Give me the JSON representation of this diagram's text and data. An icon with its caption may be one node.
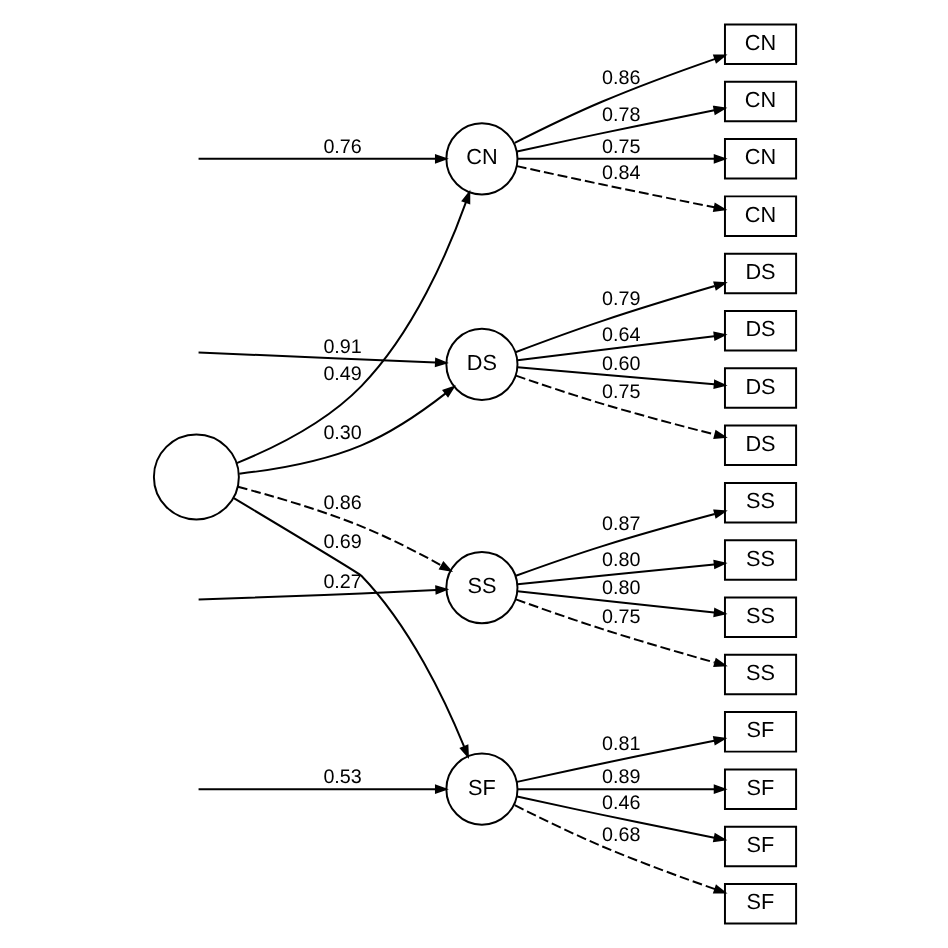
{
  "diagram": {
    "nodes": [
      {
        "text": [],
        "shape": "circle"
      },
      {
        "text": [
          "DS"
        ]
      },
      {
        "text": [
          "CN"
        ]
      },
      {
        "text": [
          "SF"
        ]
      },
      {
        "text": [
          "SS"
        ]
      },
      {
        "text": [
          "DS"
        ]
      },
      {
        "text": [
          "DS"
        ]
      },
      {
        "text": [
          "DS"
        ]
      },
      {
        "text": [
          "DS"
        ]
      },
      {
        "text": [
          "CN"
        ]
      },
      {
        "text": [
          "CN"
        ]
      },
      {
        "text": [
          "CN"
        ]
      },
      {
        "text": [
          "CN"
        ]
      },
      {
        "text": [
          "SF"
        ]
      },
      {
        "text": [
          "SF"
        ]
      },
      {
        "text": [
          "SF"
        ]
      },
      {
        "text": [
          "SF"
        ]
      },
      {
        "text": [
          "SS"
        ]
      },
      {
        "text": [
          "SS"
        ]
      },
      {
        "text": [
          "SS"
        ]
      },
      {
        "text": [
          "SS"
        ]
      }
    ],
    "edges": [
      {
        "from": 0,
        "to": 1,
        "arrow": "to",
        "label": "0.30"
      },
      {
        "from": 0,
        "to": 2,
        "arrow": "to",
        "label": "0.49"
      },
      {
        "from": 0,
        "to": 3,
        "arrow": "to",
        "label": "0.69"
      },
      {
        "from": 0,
        "to": 4,
        "arrow": "to",
        "label": "0.86",
        "style": "dashed"
      },
      {
        "from": null,
        "to": 1,
        "arrow": "to",
        "label": "0.91"
      },
      {
        "from": null,
        "to": 2,
        "arrow": "to",
        "label": "0.76"
      },
      {
        "from": null,
        "to": 3,
        "arrow": "to",
        "label": "0.53"
      },
      {
        "from": null,
        "to": 4,
        "arrow": "to",
        "label": "0.27"
      },
      {
        "from": 1,
        "to": 5,
        "arrow": "to",
        "label": "0.79"
      },
      {
        "from": 1,
        "to": 6,
        "arrow": "to",
        "label": "0.64"
      },
      {
        "from": 1,
        "to": 7,
        "arrow": "to",
        "label": "0.60"
      },
      {
        "from": 1,
        "to": 8,
        "arrow": "to",
        "label": "0.75",
        "style": "dashed"
      },
      {
        "from": 2,
        "to": 9,
        "arrow": "to",
        "label": "0.86"
      },
      {
        "from": 2,
        "to": 10,
        "arrow": "to",
        "label": "0.78"
      },
      {
        "from": 2,
        "to": 11,
        "arrow": "to",
        "label": "0.75"
      },
      {
        "from": 2,
        "to": 12,
        "arrow": "to",
        "label": "0.84",
        "style": "dashed"
      },
      {
        "from": 3,
        "to": 13,
        "arrow": "to",
        "label": "0.81"
      },
      {
        "from": 3,
        "to": 14,
        "arrow": "to",
        "label": "0.89"
      },
      {
        "from": 3,
        "to": 15,
        "arrow": "to",
        "label": "0.46"
      },
      {
        "from": 3,
        "to": 16,
        "arrow": "to",
        "label": "0.68",
        "style": "dashed"
      },
      {
        "from": 4,
        "to": 17,
        "arrow": "to",
        "label": "0.87"
      },
      {
        "from": 4,
        "to": 18,
        "arrow": "to",
        "label": "0.80"
      },
      {
        "from": 4,
        "to": 19,
        "arrow": "to",
        "label": "0.80"
      },
      {
        "from": 4,
        "to": 20,
        "arrow": "to",
        "label": "0.75",
        "style": "dashed"
      }
    ]
  }
}
